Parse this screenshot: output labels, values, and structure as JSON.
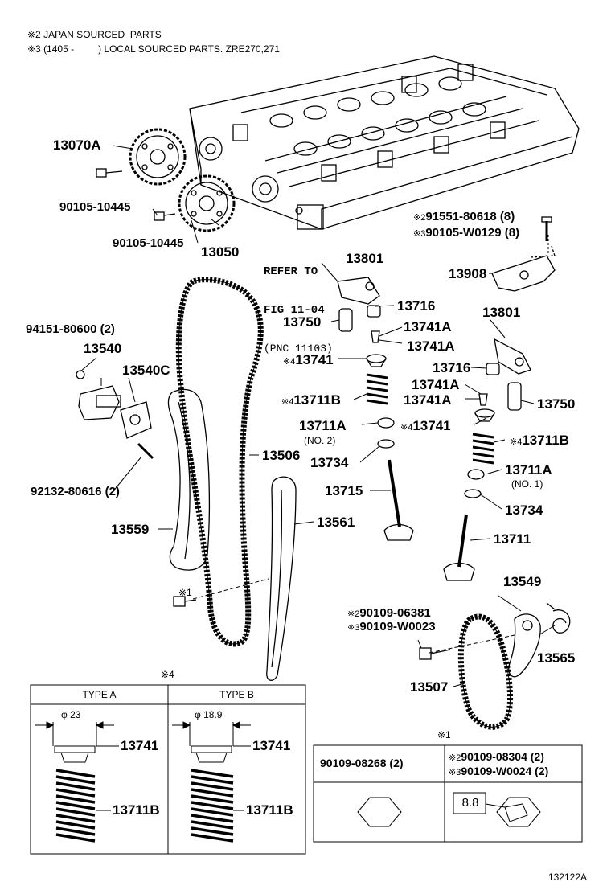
{
  "notes": [
    "※2 JAPAN SOURCED  PARTS",
    "※3 (1405 -         ) LOCAL SOURCED PARTS. ZRE270,271"
  ],
  "reference": {
    "line1": "REFER TO",
    "line2": "FIG 11-04",
    "line3": "(PNC 11103)"
  },
  "labels": {
    "p13070A": "13070A",
    "p90105a": "90105-10445",
    "p90105b": "90105-10445",
    "p13050": "13050",
    "p13801a": "13801",
    "p91551": "91551-80618 (8)",
    "p91551mark": "※2",
    "p90105w": "90105-W0129 (8)",
    "p90105wmark": "※3",
    "p13908": "13908",
    "p94151": "94151-80600 (2)",
    "p13540": "13540",
    "p13540C": "13540C",
    "p13716a": "13716",
    "p13750a": "13750",
    "p13741Aa": "13741A",
    "p13741Ab": "13741A",
    "p13741a": "13741",
    "p13741amark": "※4",
    "p13711Ba": "13711B",
    "p13711Bamark": "※4",
    "p13711A_top": "13711A",
    "p13711A_top_sub": "(NO. 2)",
    "p13734a": "13734",
    "p13715": "13715",
    "p13801b": "13801",
    "p13716b": "13716",
    "p13741Ac": "13741A",
    "p13741Ad": "13741A",
    "p13750b": "13750",
    "p13741b": "13741",
    "p13741bmark": "※4",
    "p13711Bb": "13711B",
    "p13711Bbmark": "※4",
    "p13711A_bot": "13711A",
    "p13711A_bot_sub": "(NO. 1)",
    "p13734b": "13734",
    "p13711": "13711",
    "p13506": "13506",
    "p92132": "92132-80616 (2)",
    "p13559": "13559",
    "p13561": "13561",
    "p_star1": "※1",
    "p13549": "13549",
    "p90109_06381": "90109-06381",
    "p90109_06381mark": "※2",
    "p90109_W0023": "90109-W0023",
    "p90109_W0023mark": "※3",
    "p13565": "13565",
    "p13507": "13507"
  },
  "type_table": {
    "marker": "※4",
    "type_a": {
      "header": "TYPE A",
      "diameter": "φ 23",
      "label_top": "13741",
      "label_bottom": "13711B"
    },
    "type_b": {
      "header": "TYPE B",
      "diameter": "φ 18.9",
      "label_top": "13741",
      "label_bottom": "13711B"
    }
  },
  "bolt_table": {
    "marker": "※1",
    "left_header": "90109-08268 (2)",
    "right_header_1": "90109-08304 (2)",
    "right_header_1_mark": "※2",
    "right_header_2": "90109-W0024 (2)",
    "right_header_2_mark": "※3",
    "grade": "8.8"
  },
  "figure_code": "132122A",
  "colors": {
    "ink": "#000000",
    "paper": "#ffffff"
  }
}
